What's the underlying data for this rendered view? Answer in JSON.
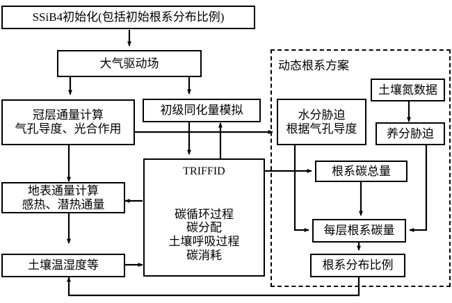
{
  "diagram": {
    "type": "flowchart",
    "title_box": "SSiB4初始化(包括初始根系分布比例)",
    "group": {
      "label": "动态根系方案"
    },
    "nodes": {
      "init": "SSiB4初始化(包括初始根系分布比例)",
      "atmos_forcing": "大气驱动场",
      "canopy_flux_l1": "冠层通量计算",
      "canopy_flux_l2": "气孔导度、光合作用",
      "gpp_sim": "初级同化量模拟",
      "triffid_title": "TRIFFID",
      "triffid_l1": "碳循环过程",
      "triffid_l2": "碳分配",
      "triffid_l3": "土壤呼吸过程",
      "triffid_l4": "碳消耗",
      "surface_flux_l1": "地表通量计算",
      "surface_flux_l2": "感热、潜热通量",
      "soil_temp_moist": "土壤温湿度等",
      "water_stress_l1": "水分胁迫",
      "water_stress_l2": "根据气孔导度",
      "soil_n_data": "土壤氮数据",
      "nutrient_stress": "养分胁迫",
      "total_root_carbon": "根系碳总量",
      "layer_root_carbon": "每层根系碳量",
      "root_distribution": "根系分布比例"
    },
    "colors": {
      "stroke": "#000000",
      "background": "#ffffff",
      "text": "#000000"
    }
  }
}
